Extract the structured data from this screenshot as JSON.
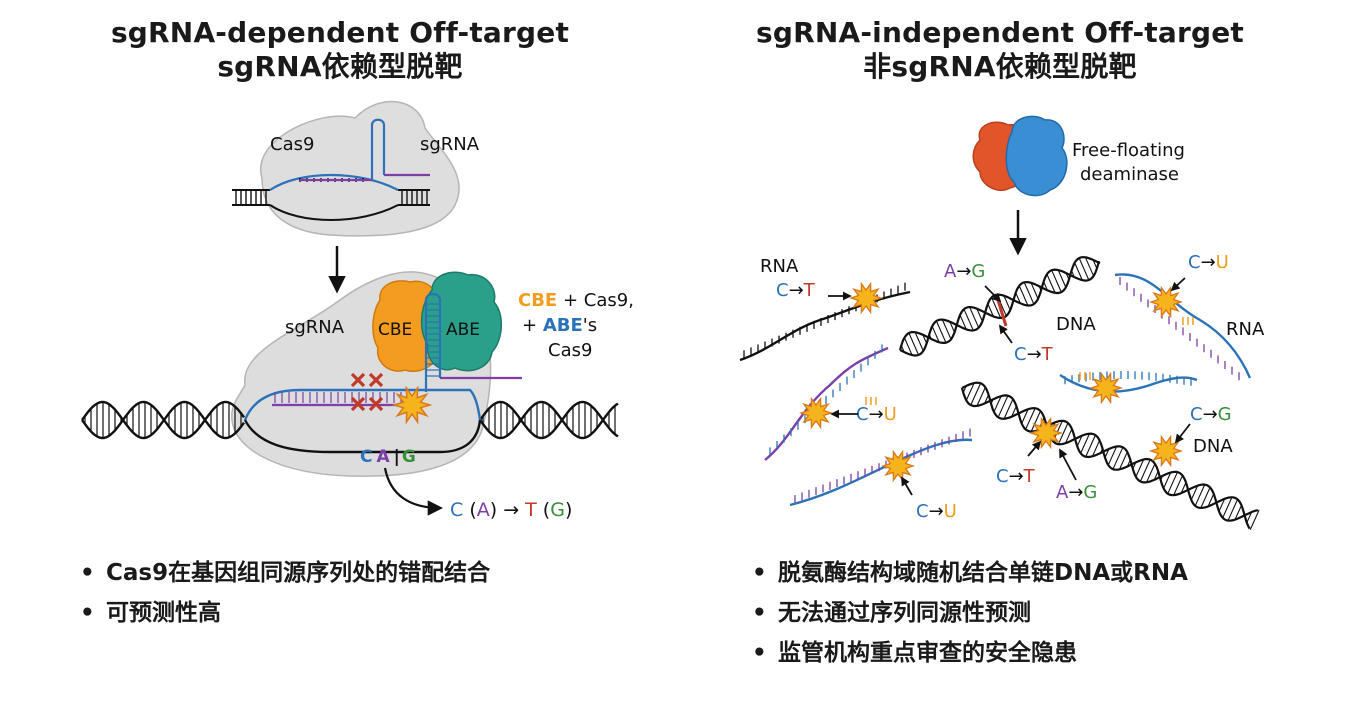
{
  "colors": {
    "cbe": "#f39c20",
    "abe": "#2aa08a",
    "sgrna": "#7d3fa6",
    "dna_blue": "#2c72b8",
    "red": "#c0392b",
    "green": "#3a8f3a",
    "burst": "#f5b41c",
    "halo": "#d9d9d9"
  },
  "left": {
    "title_en": "sgRNA-dependent Off-target",
    "title_cn": "sgRNA依赖型脱靶",
    "top_labels": {
      "cas9": "Cas9",
      "sgrna": "sgRNA"
    },
    "bottom_labels": {
      "sgrna": "sgRNA",
      "cbe": "CBE",
      "abe": "ABE",
      "side_line1_a": "CBE",
      "side_line1_b": " + Cas9,",
      "side_line2_a": "+ ",
      "side_line2_b": "ABE",
      "side_line2_c": "'s",
      "side_line3": "Cas9",
      "base_c": "C",
      "base_a": "A",
      "base_g": "G",
      "conv_c": "C",
      "conv_a": "A",
      "conv_arrow": "→",
      "conv_t": "T",
      "conv_g": "G"
    },
    "bullets": [
      "Cas9在基因组同源序列处的错配结合",
      "可预测性高"
    ]
  },
  "right": {
    "title_en": "sgRNA-independent Off-target",
    "title_cn": "非sgRNA依赖型脱靶",
    "deaminase_line1": "Free-floating",
    "deaminase_line2": "deaminase",
    "labels": {
      "rna_tl": "RNA",
      "rna_tr": "RNA",
      "dna_center": "DNA",
      "dna_br": "DNA"
    },
    "edits": [
      {
        "from": "C",
        "arrow": "→",
        "to": "T"
      },
      {
        "from": "A",
        "arrow": "→",
        "to": "G"
      },
      {
        "from": "C",
        "arrow": "→",
        "to": "U"
      },
      {
        "from": "C",
        "arrow": "→",
        "to": "T"
      },
      {
        "from": "C",
        "arrow": "→",
        "to": "U"
      },
      {
        "from": "C",
        "arrow": "→",
        "to": "G"
      },
      {
        "from": "C",
        "arrow": "→",
        "to": "T"
      },
      {
        "from": "A",
        "arrow": "→",
        "to": "G"
      },
      {
        "from": "C",
        "arrow": "→",
        "to": "U"
      }
    ],
    "bullets": [
      "脱氨酶结构域随机结合单链DNA或RNA",
      "无法通过序列同源性预测",
      "监管机构重点审查的安全隐患"
    ]
  }
}
